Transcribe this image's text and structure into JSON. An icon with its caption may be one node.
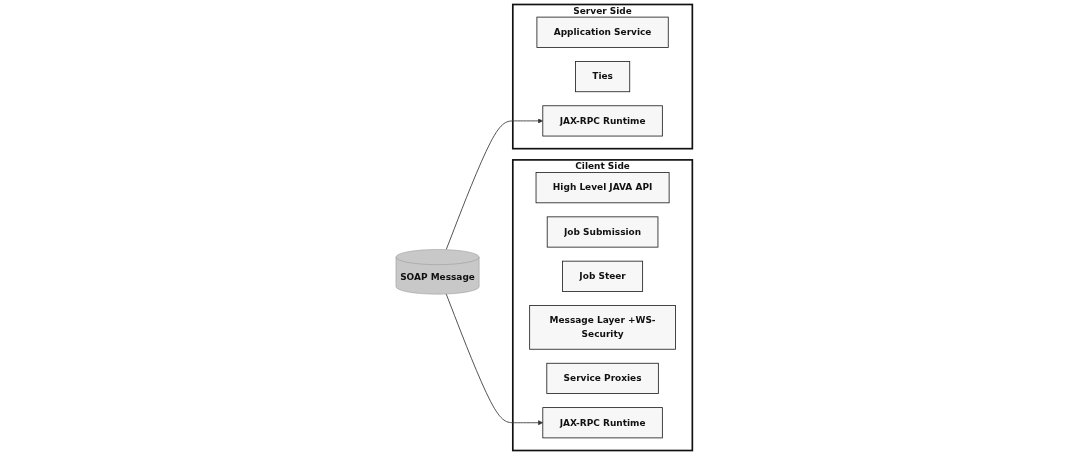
{
  "diagram": {
    "nodes": [
      {
        "text": [
          "Cilent Side"
        ]
      },
      {
        "text": [
          "High Level JAVA API"
        ],
        "in": 0
      },
      {
        "text": [
          "Job Submission"
        ],
        "in": 0
      },
      {
        "text": [
          "Job Steer"
        ],
        "in": 0
      },
      {
        "text": [
          "Message Layer +WS-Security"
        ],
        "in": 0
      },
      {
        "text": [
          "Service Proxies"
        ],
        "in": 0
      },
      {
        "text": [
          "JAX-RPC Runtime"
        ],
        "in": 0
      },
      {
        "text": [
          "SOAP Message"
        ]
      },
      {
        "text": [
          "Server Side"
        ]
      },
      {
        "text": [
          "Application Service"
        ],
        "in": 8
      },
      {
        "text": [
          "Ties"
        ],
        "in": 8
      },
      {
        "text": [
          "JAX-RPC Runtime"
        ],
        "in": 8
      }
    ],
    "edges": [
      {
        "from": 7,
        "to": 6,
        "arrow": "to"
      },
      {
        "from": 7,
        "to": 11,
        "arrow": "to"
      }
    ]
  }
}
